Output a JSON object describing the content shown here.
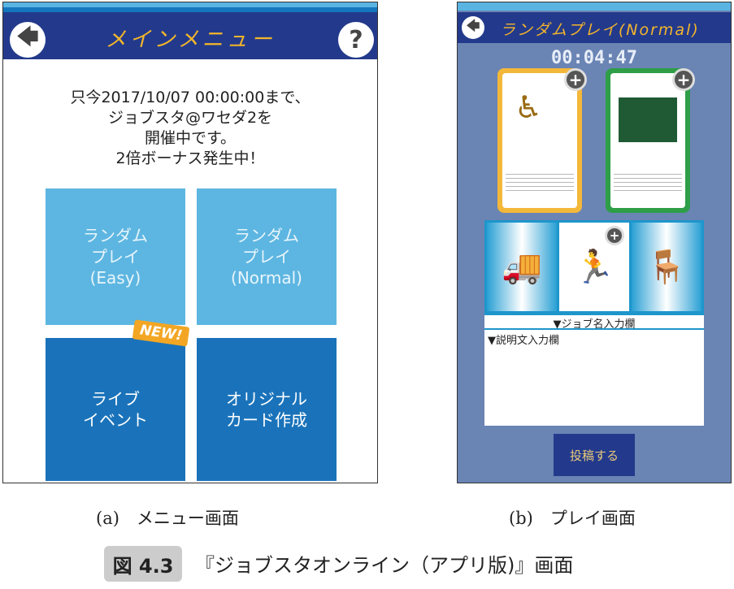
{
  "menu_screen": {
    "title": "メインメニュー",
    "back_icon": "arrow-left-icon",
    "help_label": "?",
    "notice_lines": [
      "只今2017/10/07 00:00:00まで、",
      "ジョブスタ@ワセダ2を",
      "開催中です。",
      "2倍ボーナス発生中！"
    ],
    "tiles": [
      "ランダム\nプレイ\n(Easy)",
      "ランダム\nプレイ\n(Normal)",
      "ライブ\nイベント",
      "オリジナル\nカード作成"
    ],
    "new_badge": "NEW!"
  },
  "play_screen": {
    "title": "ランダムプレイ(Normal)",
    "timer": "00:04:47",
    "job_name_field": "▼ジョブ名入力欄",
    "description_field": "▼説明文入力欄",
    "post_button": "投稿する",
    "colors": {
      "yellow_card": "#f3b73a",
      "green_card": "#2e9e47"
    }
  },
  "captions": {
    "a": "(a)　メニュー画面",
    "b": "(b)　プレイ画面"
  },
  "figure": {
    "label": "図 4.3",
    "title": "『ジョブスタオンライン（アプリ版)』画面"
  }
}
